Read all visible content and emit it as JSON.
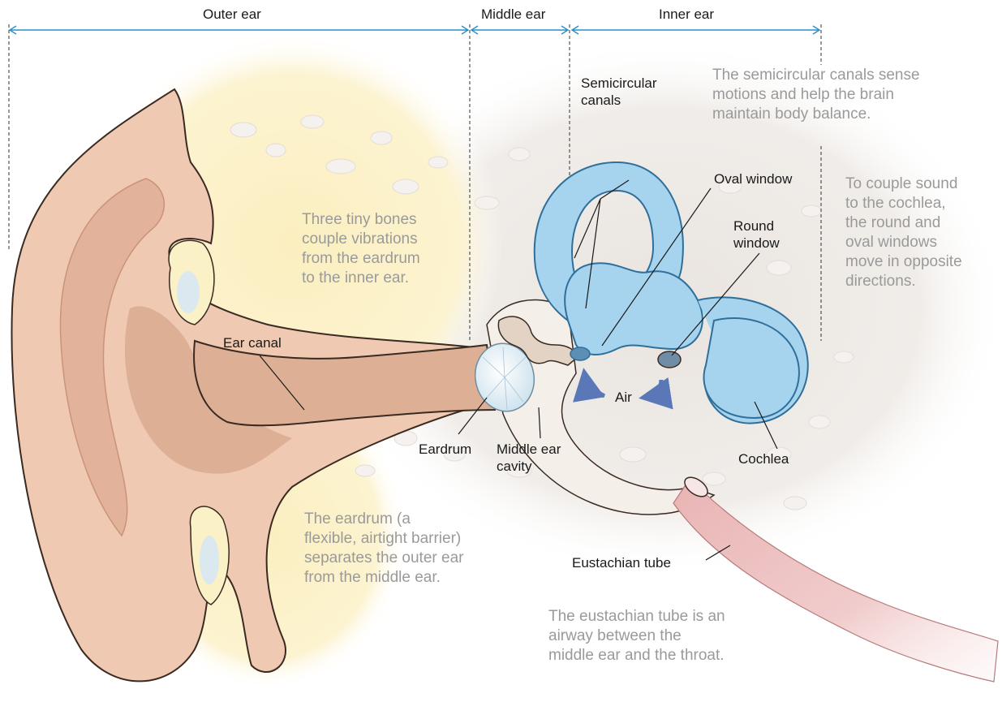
{
  "sections": {
    "outer": "Outer ear",
    "middle": "Middle ear",
    "inner": "Inner ear"
  },
  "labels": {
    "semicircular_canals": [
      "Semicircular",
      "canals"
    ],
    "oval_window": "Oval window",
    "round_window": [
      "Round",
      "window"
    ],
    "ear_canal": "Ear canal",
    "air": "Air",
    "eardrum": "Eardrum",
    "middle_ear_cavity": [
      "Middle ear",
      "cavity"
    ],
    "cochlea": "Cochlea",
    "eustachian_tube": "Eustachian tube"
  },
  "notes": {
    "semicircular": [
      "The semicircular canals sense",
      "motions and help the brain",
      "maintain body balance."
    ],
    "windows": [
      "To couple sound",
      "to the cochlea,",
      "the round and",
      "oval windows",
      "move in opposite",
      "directions."
    ],
    "bones": [
      "Three tiny bones",
      "couple vibrations",
      "from the eardrum",
      "to the inner ear."
    ],
    "eardrum": [
      "The eardrum (a",
      "flexible, airtight barrier)",
      "separates the outer ear",
      "from the middle ear."
    ],
    "eustachian": [
      "The eustachian tube is an",
      "airway between the",
      "middle ear and the throat."
    ]
  },
  "colors": {
    "skin": "#efc9b2",
    "skin_dark": "#d9a488",
    "canal": "#ddb096",
    "bone": "#fbf1c6",
    "tissue": "#ede8e4",
    "inner_ear": "#a6d3ee",
    "inner_ear_stroke": "#2f6f9a",
    "arrow": "#5a78b8",
    "bracket": "#2a8fc9",
    "tube": "#f0cfcf"
  }
}
